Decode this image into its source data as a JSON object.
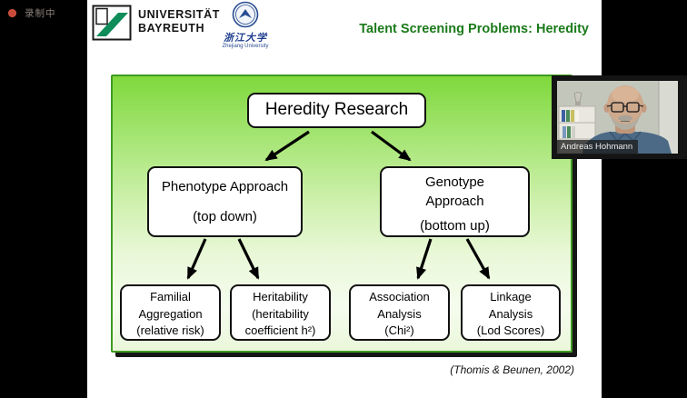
{
  "status_bar": {
    "recording_label": "录制中"
  },
  "header": {
    "bayreuth_name_line1": "UNIVERSITÄT",
    "bayreuth_name_line2": "BAYREUTH",
    "zhejiang_chinese": "浙江大学",
    "zhejiang_english": "Zhejiang University",
    "slide_title": "Talent Screening Problems: Heredity"
  },
  "diagram": {
    "root": "Heredity Research",
    "phenotype_title": "Phenotype Approach",
    "phenotype_mode": "(top down)",
    "genotype_title": "Genotype\nApproach",
    "genotype_mode": "(bottom up)",
    "leaves": [
      "Familial\nAggregation\n(relative risk)",
      "Heritability\n(heritability\ncoefficient h²)",
      "Association\nAnalysis\n(Chi²)",
      "Linkage\nAnalysis\n(Lod Scores)"
    ]
  },
  "citation": "(Thomis & Beunen, 2002)",
  "webcam": {
    "participant_name": "Andreas Hohmann"
  },
  "colors": {
    "slide_title_green": "#1a7a1a",
    "bayreuth_green": "#0e8c5a",
    "zhejiang_blue": "#2a4d92",
    "diagram_gradient_top": "#7fd83c",
    "diagram_gradient_bottom": "#eaf7da",
    "diagram_border_green": "#3f9a22",
    "recording_red": "#c9493a"
  }
}
